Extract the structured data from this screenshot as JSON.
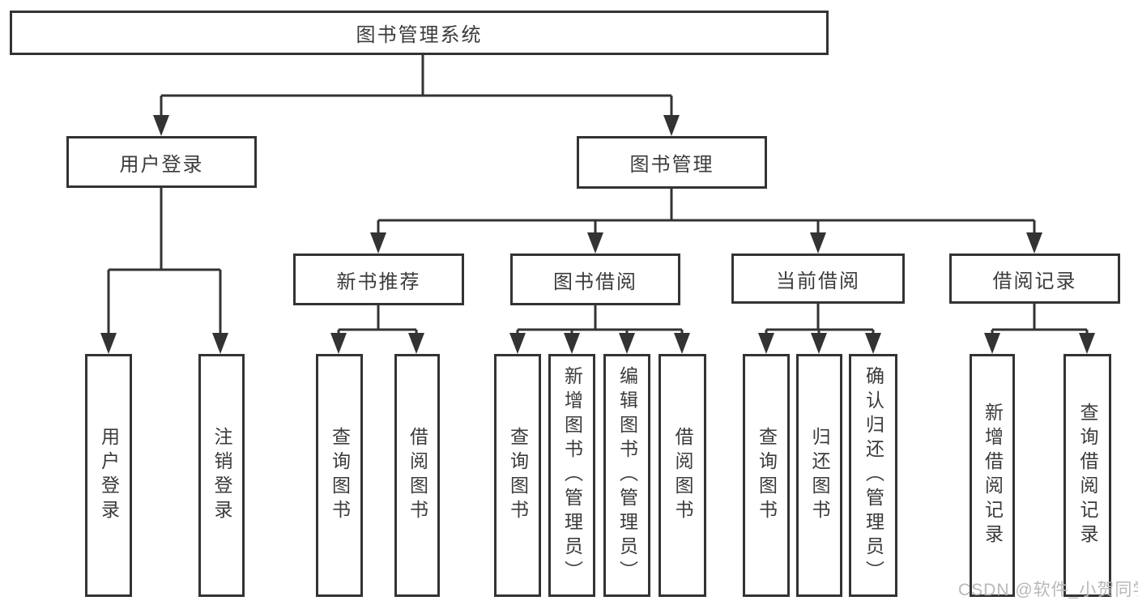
{
  "tree": {
    "label": "图书管理系统",
    "children": [
      {
        "label": "用户登录",
        "children": [
          {
            "label": "用户登录"
          },
          {
            "label": "注销登录"
          }
        ]
      },
      {
        "label": "图书管理",
        "children": [
          {
            "label": "新书推荐",
            "children": [
              {
                "label": "查询图书"
              },
              {
                "label": "借阅图书"
              }
            ]
          },
          {
            "label": "图书借阅",
            "children": [
              {
                "label": "查询图书"
              },
              {
                "label": "新增图书（管理员）"
              },
              {
                "label": "编辑图书（管理员）"
              },
              {
                "label": "借阅图书"
              }
            ]
          },
          {
            "label": "当前借阅",
            "children": [
              {
                "label": "查询图书"
              },
              {
                "label": "归还图书"
              },
              {
                "label": "确认归还（管理员）"
              }
            ]
          },
          {
            "label": "借阅记录",
            "children": [
              {
                "label": "新增借阅记录"
              },
              {
                "label": "查询借阅记录"
              }
            ]
          }
        ]
      }
    ]
  },
  "watermark": {
    "text": "CSDN @软件_小贺同学"
  },
  "colors": {
    "line": "#333333",
    "text": "#3b3b3b",
    "box_background": "#ffffff",
    "watermark": "#b8b8b8"
  }
}
